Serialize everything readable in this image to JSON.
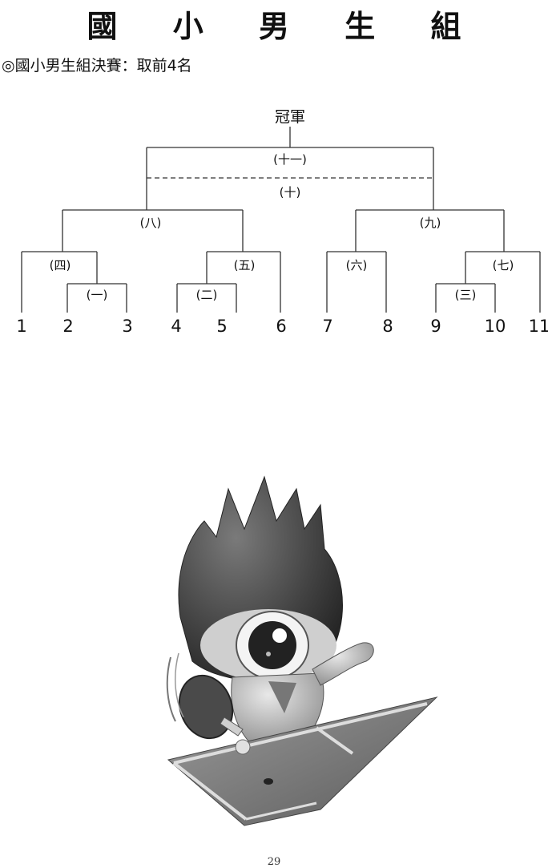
{
  "page": {
    "title": "國 小 男 生 組",
    "subtitle": "◎國小男生組決賽：取前4名",
    "page_number": "29"
  },
  "bracket": {
    "champion_label": "冠軍",
    "matches": {
      "m1": "(一)",
      "m2": "(二)",
      "m3": "(三)",
      "m4": "(四)",
      "m5": "(五)",
      "m6": "(六)",
      "m7": "(七)",
      "m8": "(八)",
      "m9": "(九)",
      "m10": "(十)",
      "m11": "(十一)"
    },
    "seeds": [
      "1",
      "2",
      "3",
      "4",
      "5",
      "6",
      "7",
      "8",
      "9",
      "10",
      "11"
    ]
  },
  "illustration": {
    "description_icon": "table-tennis-mascot-icon"
  }
}
